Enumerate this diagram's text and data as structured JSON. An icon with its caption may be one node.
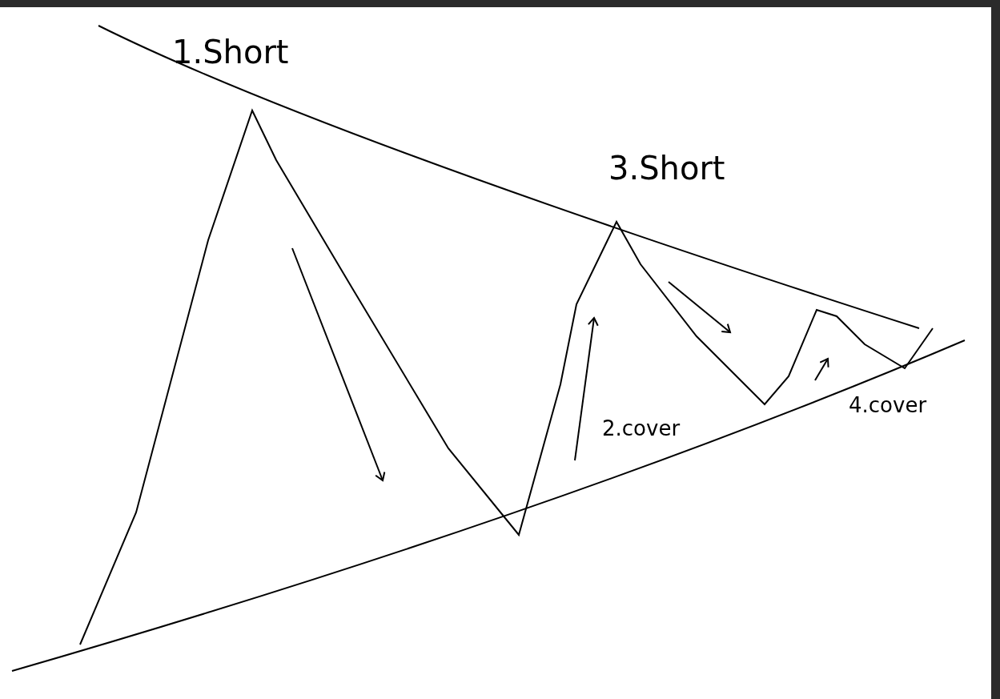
{
  "diagram": {
    "labels": [
      "1.Short",
      "3.Short",
      "2.cover",
      "4.cover"
    ]
  }
}
